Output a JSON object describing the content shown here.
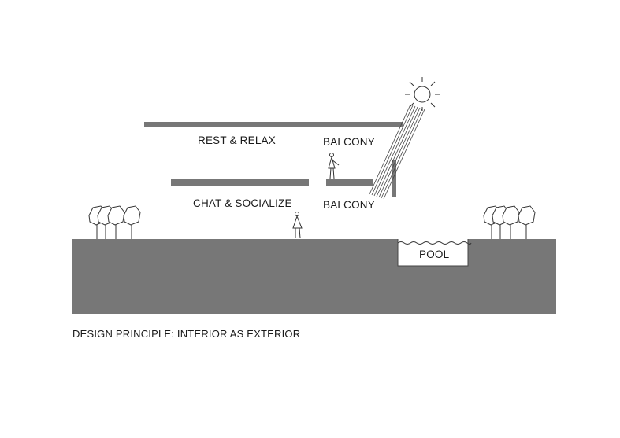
{
  "labels": {
    "rest_relax": "REST & RELAX",
    "balcony_upper": "BALCONY",
    "chat_socialize": "CHAT & SOCIALIZE",
    "balcony_lower": "BALCONY",
    "pool": "POOL"
  },
  "caption": "DESIGN PRINCIPLE: INTERIOR AS EXTERIOR",
  "colors": {
    "slab": "#777777",
    "ground": "#777777",
    "line": "#333333",
    "background": "#ffffff"
  },
  "icons": {
    "sun": "sun-icon",
    "tree": "tree-icon",
    "person": "person-icon"
  }
}
